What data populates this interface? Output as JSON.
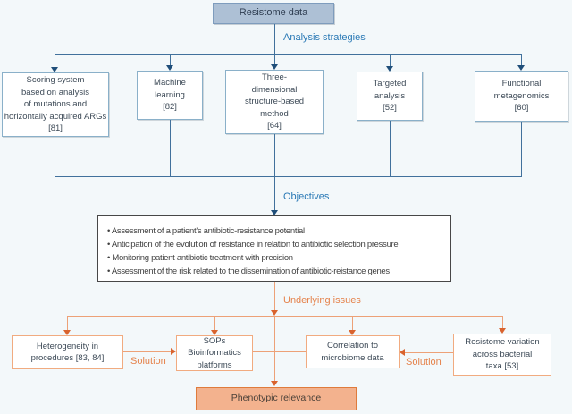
{
  "colors": {
    "background": "#f3f8fa",
    "blue_line": "#41719c",
    "blue_arrowhead": "#1f4e79",
    "blue_stage_label": "#2878b5",
    "strategy_box_border": "#8ab0c9",
    "title_box_fill": "#adc0d5",
    "title_box_border": "#7e9cbd",
    "objectives_box_border": "#474747",
    "orange_line": "#eda177",
    "orange_arrowhead": "#d9632e",
    "orange_stage_label": "#e5834c",
    "issue_box_border": "#f1ab80",
    "outcome_box_fill": "#f3b28e",
    "outcome_box_border": "#df7b3c"
  },
  "root": {
    "label": "Resistome data"
  },
  "stage_labels": {
    "analysis": "Analysis strategies",
    "objectives": "Objectives",
    "underlying": "Underlying issues"
  },
  "strategies": [
    {
      "label": "Scoring system\nbased on analysis\nof mutations and\nhorizontally acquired ARGs\n[81]"
    },
    {
      "label": "Machine\nlearning\n[82]"
    },
    {
      "label": "Three-\ndimensional\nstructure-based\nmethod\n[64]"
    },
    {
      "label": "Targeted\nanalysis\n[52]"
    },
    {
      "label": "Functional\nmetagenomics\n[60]"
    }
  ],
  "objectives": {
    "bullets": [
      "Assessment of a patient's antibiotic-resistance potential",
      "Anticipation of the evolution of resistance in relation to antibiotic selection pressure",
      "Monitoring patient antibiotic treatment with precision",
      "Assessment of the risk related to the dissemination of antibiotic-reistance genes"
    ]
  },
  "issues": [
    {
      "label": "Heterogeneity in\nprocedures [83, 84]"
    },
    {
      "label": "SOPs\nBioinformatics\nplatforms"
    },
    {
      "label": "Correlation to\nmicrobiome data"
    },
    {
      "label": "Resistome variation\nacross bacterial\ntaxa [53]"
    }
  ],
  "solution_labels": {
    "left": "Solution",
    "right": "Solution"
  },
  "outcome": {
    "label": "Phenotypic relevance"
  }
}
